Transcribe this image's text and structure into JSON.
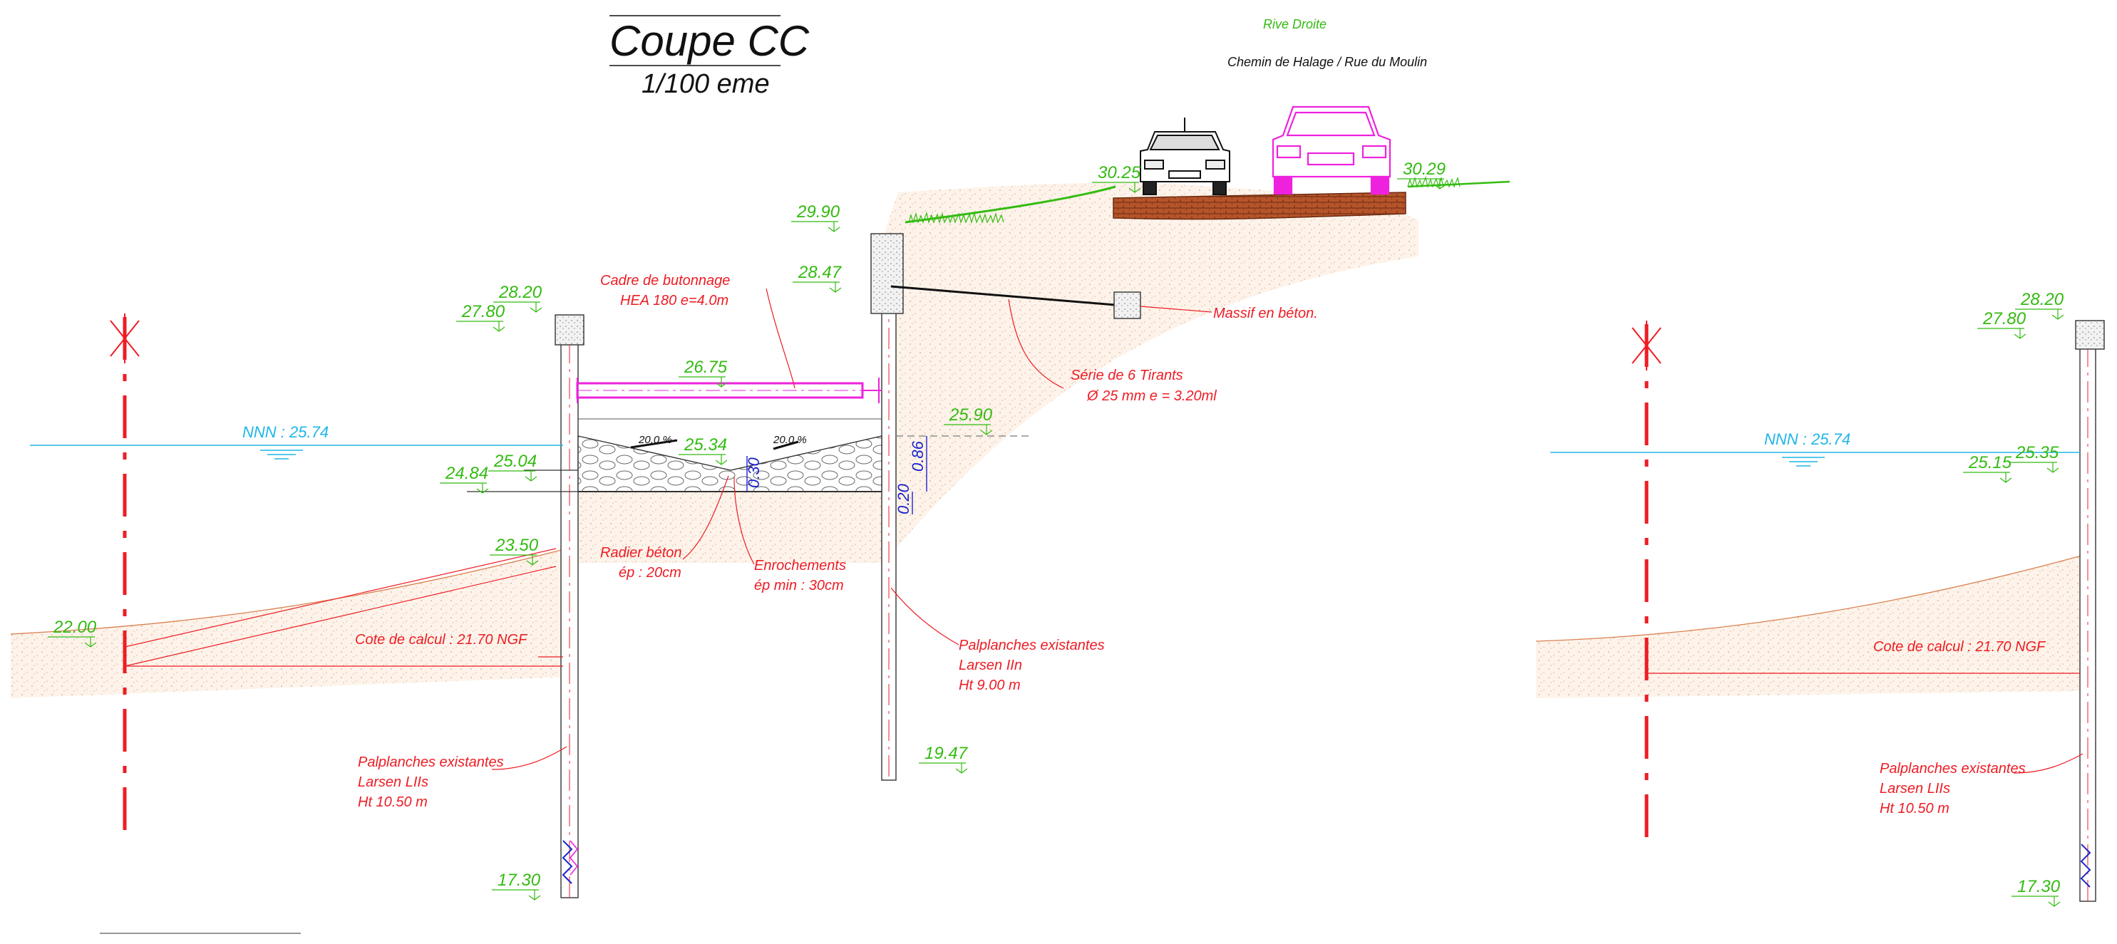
{
  "header": {
    "title": "Coupe CC",
    "scale": "1/100 eme",
    "bank": "Rive Droite",
    "street": "Chemin de Halage / Rue du Moulin"
  },
  "elevations": {
    "e30_25": "30.25",
    "e30_29": "30.29",
    "e29_90": "29.90",
    "e28_47": "28.47",
    "e28_20": "28.20",
    "e27_80": "27.80",
    "e26_75": "26.75",
    "e25_90": "25.90",
    "e25_34": "25.34",
    "e25_04": "25.04",
    "e24_84": "24.84",
    "e23_50": "23.50",
    "e22_00": "22.00",
    "e19_47": "19.47",
    "e17_30": "17.30",
    "r28_20": "28.20",
    "r27_80": "27.80",
    "r25_35": "25.35",
    "r25_15": "25.15",
    "r17_30": "17.30"
  },
  "water": {
    "left": "NNN : 25.74",
    "right": "NNN : 25.74"
  },
  "dimensions": {
    "d030": "0.30",
    "d086": "0.86",
    "d020": "0.20"
  },
  "slopes": {
    "left": "20.0 %",
    "right": "20.0 %"
  },
  "annotations": {
    "cadre_1": "Cadre de butonnage",
    "cadre_2": "HEA 180 e=4.0m",
    "massif": "Massif en béton.",
    "tirants_1": "Série de 6 Tirants",
    "tirants_2": "Ø 25 mm e = 3.20ml",
    "radier_1": "Radier béton",
    "radier_2": "ép : 20cm",
    "enroch_1": "Enrochements",
    "enroch_2": "ép min : 30cm",
    "calc_left": "Cote de calcul : 21.70 NGF",
    "calc_right": "Cote de calcul : 21.70 NGF",
    "palp_left_1": "Palplanches existantes",
    "palp_left_2": "Larsen LIIs",
    "palp_left_3": "Ht 10.50 m",
    "palp_mid_1": "Palplanches existantes",
    "palp_mid_2": "Larsen IIn",
    "palp_mid_3": "Ht 9.00 m",
    "palp_right_1": "Palplanches existantes",
    "palp_right_2": "Larsen LIIs",
    "palp_right_3": "Ht 10.50 m"
  },
  "colors": {
    "elevation": "#33bb11",
    "annotation": "#ee1c24",
    "water": "#1fb6e6",
    "strut": "#ee22dd",
    "car_right": "#ee22dd",
    "dimension": "#1c24cc"
  }
}
